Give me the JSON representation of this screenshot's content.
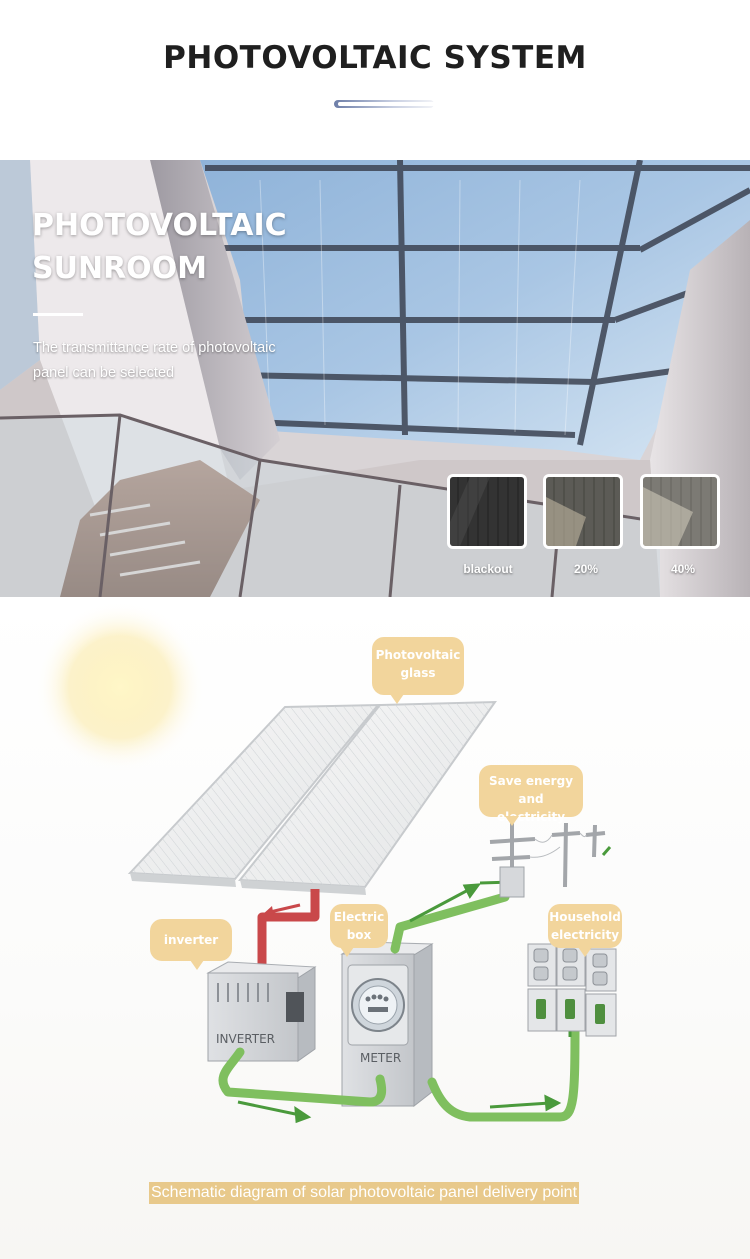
{
  "header": {
    "title": "PHOTOVOLTAIC SYSTEM"
  },
  "sunroom": {
    "title_line1": "PHOTOVOLTAIC",
    "title_line2": "SUNROOM",
    "description_line1": "The transmittance rate of photovoltaic",
    "description_line2": "panel can be selected",
    "options": [
      {
        "label": "blackout",
        "swatch_color": "#3a3a3a"
      },
      {
        "label": "20%",
        "swatch_color": "#5e5e58"
      },
      {
        "label": "40%",
        "swatch_color": "#7b7a74"
      }
    ]
  },
  "diagram": {
    "callouts": {
      "glass": [
        "Photovoltaic",
        "glass"
      ],
      "save": [
        "Save energy and",
        "electricity"
      ],
      "inverter": "inverter",
      "electric_box": [
        "Electric",
        "box"
      ],
      "household": [
        "Household",
        "electricity"
      ]
    },
    "device_labels": {
      "inverter": "INVERTER",
      "meter": "METER"
    },
    "caption": "Schematic diagram of solar photovoltaic panel delivery point",
    "colors": {
      "callout_bg": "#f2d59c",
      "pipe_green": "#7fbf5f",
      "pipe_red": "#c9484a",
      "arrow_green": "#4a9a3c"
    }
  }
}
